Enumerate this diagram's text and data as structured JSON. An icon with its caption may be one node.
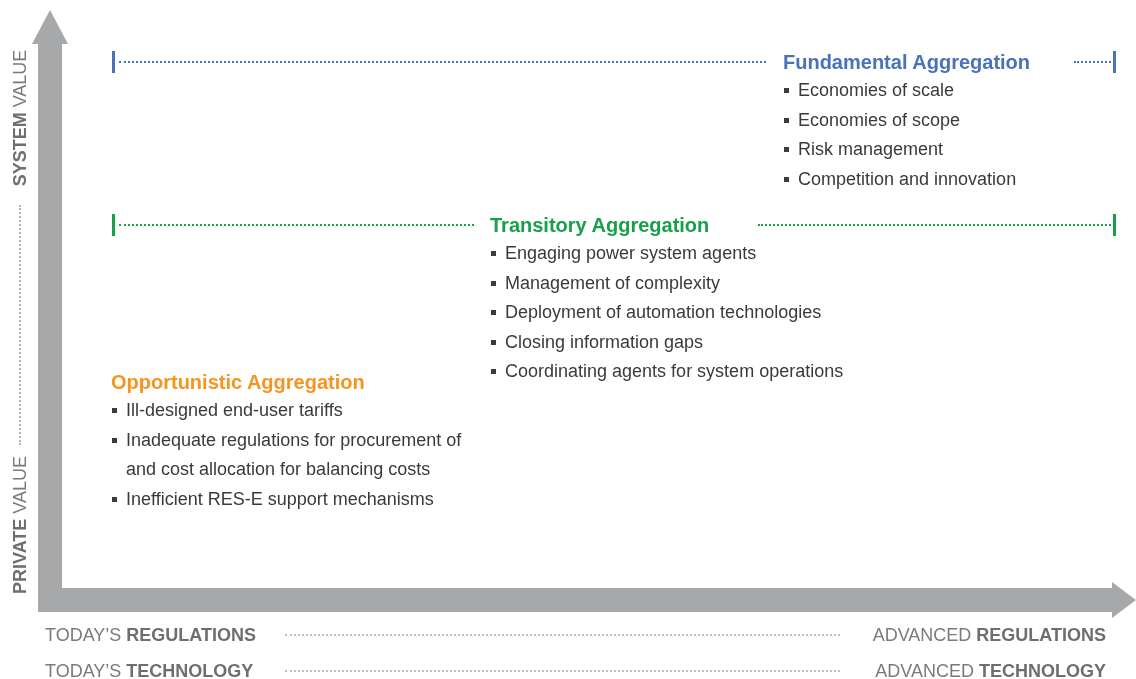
{
  "diagram": {
    "nodes": [
      {
        "text": [
          "Fundamental Aggregation",
          "Economies of scale",
          "Economies of scope",
          "Risk management",
          "Competition and innovation"
        ]
      },
      {
        "text": [
          "Transitory Aggregation",
          "Engaging power system agents",
          "Management of complexity",
          "Deployment of automation technologies",
          "Closing information gaps",
          "Coordinating agents for system operations"
        ]
      },
      {
        "text": [
          "Opportunistic Aggregation",
          "Ill-designed end-user tariffs",
          "Inadequate regulations for procurement of and cost allocation for balancing costs",
          "Inefficient RES-E support mechanisms"
        ]
      }
    ],
    "edges": [],
    "labels": [
      "**SYSTEM** VALUE",
      "**PRIVATE** VALUE",
      "TODAY’S **REGULATIONS**",
      "ADVANCED **REGULATIONS**",
      "TODAY’S **TECHNOLOGY**",
      "ADVANCED **TECHNOLOGY**"
    ]
  }
}
